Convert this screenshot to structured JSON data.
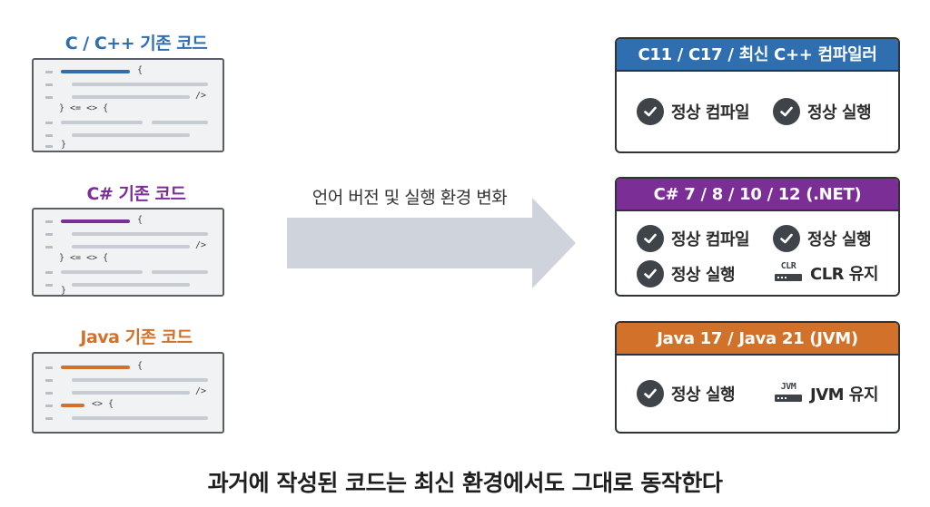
{
  "sources": [
    {
      "title": "C / C++ 기존 코드",
      "color": "#2f6fb0"
    },
    {
      "title": "C# 기존 코드",
      "color": "#7a2e96"
    },
    {
      "title": "Java 기존 코드",
      "color": "#d2722a"
    }
  ],
  "code_tokens": {
    "open_brace": "{",
    "self_close": "/>",
    "close_open": "} <= <> {",
    "close_open_java": "<> {",
    "close_brace": "}"
  },
  "arrow_label": "언어 버전 및 실행 환경 변화",
  "panels": {
    "cpp": {
      "header": "C11 / C17 / 최신 C++ 컴파일러",
      "header_color": "#2f6fb0",
      "items": [
        "정상 컴파일",
        "정상 실행"
      ]
    },
    "csharp": {
      "header": "C# 7 / 8 / 10 / 12 (.NET)",
      "header_color": "#7a2e96",
      "items": [
        "정상 컴파일",
        "정상 실행",
        "정상 실행",
        "CLR 유지"
      ],
      "runtime_icon_text": "CLR"
    },
    "java": {
      "header": "Java 17 / Java 21 (JVM)",
      "header_color": "#d2722a",
      "items": [
        "정상 실행",
        "JVM 유지"
      ],
      "runtime_icon_text": "JVM"
    }
  },
  "caption": "과거에 작성된 코드는 최신 환경에서도 그대로 동작한다"
}
